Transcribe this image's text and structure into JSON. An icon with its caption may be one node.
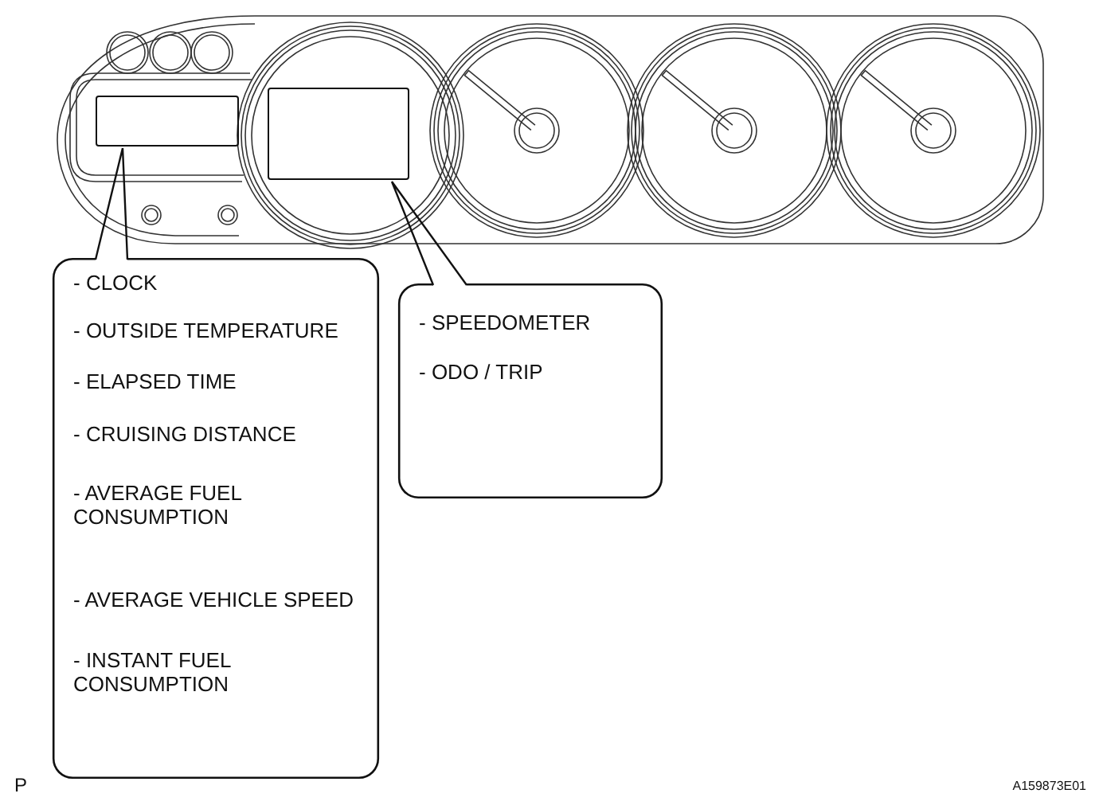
{
  "diagram": {
    "nodes": [
      {
        "text": [
          "- CLOCK",
          "- OUTSIDE TEMPERATURE",
          "- ELAPSED TIME",
          "- CRUISING DISTANCE",
          "- AVERAGE FUEL CONSUMPTION",
          "- AVERAGE VEHICLE SPEED",
          "- INSTANT FUEL CONSUMPTION"
        ]
      },
      {
        "text": [
          "- SPEEDOMETER",
          "- ODO / TRIP"
        ]
      },
      {
        "text": [],
        "shape": "box"
      },
      {
        "text": [],
        "shape": "box"
      }
    ],
    "edges": [
      {
        "from": 0,
        "to": 2,
        "arrow": "none"
      },
      {
        "from": 1,
        "to": 3,
        "arrow": "none"
      }
    ],
    "labels": [
      "P",
      "A159873E01"
    ]
  }
}
